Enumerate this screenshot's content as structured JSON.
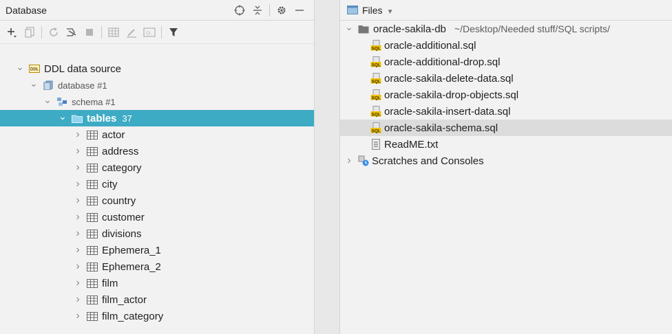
{
  "left_panel": {
    "title": "Database",
    "tree": [
      {
        "label": "DDL data source",
        "level": 0,
        "icon": "ddl-icon",
        "expanded": true
      },
      {
        "label": "database #1",
        "level": 1,
        "icon": "database-icon",
        "expanded": true,
        "small": true
      },
      {
        "label": "schema #1",
        "level": 2,
        "icon": "schema-icon",
        "expanded": true,
        "small": true
      },
      {
        "label": "tables",
        "count": "37",
        "level": 3,
        "icon": "folder-icon",
        "expanded": true,
        "selected": true
      },
      {
        "label": "actor",
        "level": 4,
        "icon": "table-icon"
      },
      {
        "label": "address",
        "level": 4,
        "icon": "table-icon"
      },
      {
        "label": "category",
        "level": 4,
        "icon": "table-icon"
      },
      {
        "label": "city",
        "level": 4,
        "icon": "table-icon"
      },
      {
        "label": "country",
        "level": 4,
        "icon": "table-icon"
      },
      {
        "label": "customer",
        "level": 4,
        "icon": "table-icon"
      },
      {
        "label": "divisions",
        "level": 4,
        "icon": "table-icon"
      },
      {
        "label": "Ephemera_1",
        "level": 4,
        "icon": "table-icon"
      },
      {
        "label": "Ephemera_2",
        "level": 4,
        "icon": "table-icon"
      },
      {
        "label": "film",
        "level": 4,
        "icon": "table-icon"
      },
      {
        "label": "film_actor",
        "level": 4,
        "icon": "table-icon"
      },
      {
        "label": "film_category",
        "level": 4,
        "icon": "table-icon"
      }
    ]
  },
  "right_panel": {
    "title": "Files",
    "root": {
      "label": "oracle-sakila-db",
      "path": "~/Desktop/Needed stuff/SQL scripts/"
    },
    "files": [
      {
        "label": "oracle-additional.sql",
        "icon": "sql-file-icon"
      },
      {
        "label": "oracle-additional-drop.sql",
        "icon": "sql-file-icon"
      },
      {
        "label": "oracle-sakila-delete-data.sql",
        "icon": "sql-file-icon"
      },
      {
        "label": "oracle-sakila-drop-objects.sql",
        "icon": "sql-file-icon"
      },
      {
        "label": "oracle-sakila-insert-data.sql",
        "icon": "sql-file-icon"
      },
      {
        "label": "oracle-sakila-schema.sql",
        "icon": "sql-file-icon",
        "selected": true
      },
      {
        "label": "ReadME.txt",
        "icon": "text-file-icon"
      }
    ],
    "scratches": "Scratches and Consoles"
  },
  "colors": {
    "selection": "#3eabc4",
    "file_selection": "#dcdcdc"
  }
}
